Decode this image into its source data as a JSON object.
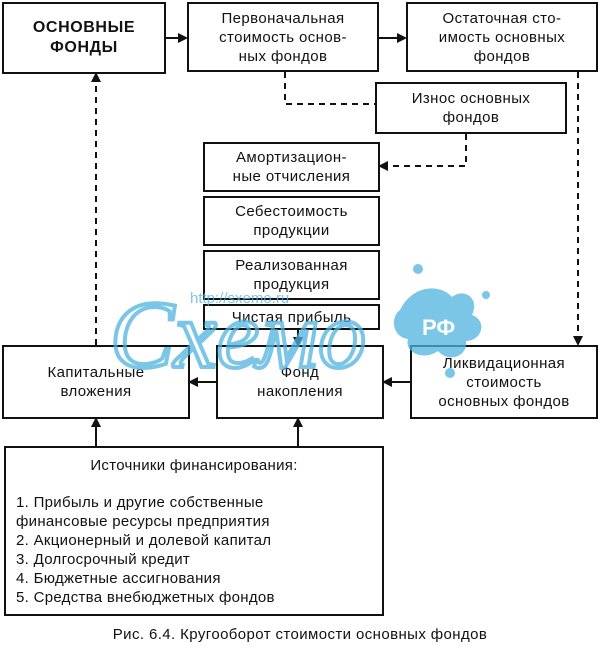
{
  "boxes": {
    "fixed_assets": "ОСНОВНЫЕ\nФОНДЫ",
    "initial_cost": "Первоначальная\nстоимость основ-\nных фондов",
    "residual_cost": "Остаточная сто-\nимость основных\nфондов",
    "depreciation": "Износ основных\nфондов",
    "amortization": "Амортизацион-\nные отчисления",
    "cost_price": "Себестоимость\nпродукции",
    "sold_products": "Реализованная\nпродукция",
    "net_profit": "Чистая прибыль",
    "capital_investment": "Капитальные\nвложения",
    "accumulation_fund": "Фонд\nнакопления",
    "liquidation_value": "Ликвидационная\nстоимость\nосновных фондов"
  },
  "funding": {
    "title": "Источники финансирования:",
    "items": [
      "1. Прибыль и другие собственные\n    финансовые ресурсы предприятия",
      "2. Акционерный и долевой капитал",
      "3. Долгосрочный кредит",
      "4. Бюджетные ассигнования",
      "5. Средства внебюджетных фондов"
    ]
  },
  "caption": "Рис. 6.4. Кругооборот стоимости основных фондов",
  "watermark": {
    "logo_text": "Схемо",
    "url_text": "http://sxemo.ru",
    "badge_text": "РФ",
    "color": "#4fb3e0"
  }
}
